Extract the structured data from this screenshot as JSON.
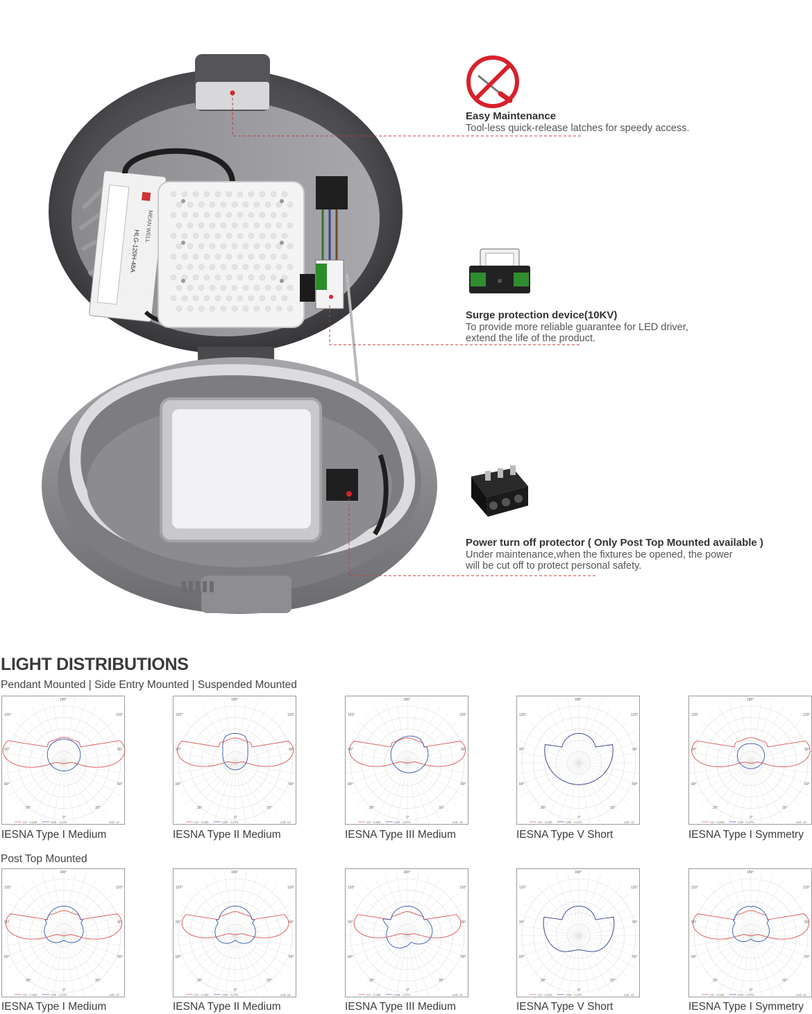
{
  "features": [
    {
      "title": "Easy Maintenance",
      "lines": [
        "Tool-less quick-release latches for speedy access."
      ],
      "icon": "no-screwdriver-icon"
    },
    {
      "title": "Surge protection device(10KV)",
      "lines": [
        "To provide more reliable guarantee for LED driver,",
        "extend the life of the product."
      ],
      "icon": "surge-protector-icon"
    },
    {
      "title": "Power turn off protector ( Only Post Top Mounted available )",
      "lines": [
        "Under maintenance,when the fixtures be opened, the power",
        "will be cut off to protect personal safety."
      ],
      "icon": "terminal-block-icon"
    }
  ],
  "product_labels": {
    "driver_brand": "MEAN WELL",
    "driver_model": "HLG-120H-48A"
  },
  "light_distributions": {
    "title": "LIGHT DISTRIBUTIONS",
    "group1_label": "Pendant Mounted | Side Entry Mounted | Suspended Mounted",
    "group2_label": "Post Top Mounted",
    "group1": [
      "IESNA Type I Medium",
      "IESNA Type II Medium",
      "IESNA Type III Medium",
      "IESNA Type V Short",
      "IESNA Type I Symmetry"
    ],
    "group2": [
      "IESNA Type I Medium",
      "IESNA Type II Medium",
      "IESNA Type III Medium",
      "IESNA Type V Short",
      "IESNA Type I Symmetry"
    ],
    "polar_labels": {
      "top": "180°",
      "upper": "120°",
      "middle": "90°",
      "lower": "60°",
      "bottom_side": "30°",
      "bottom": "0°",
      "legend_c0": "C0 - C180",
      "legend_c90": "C90 - C270",
      "unit": "unit: cd"
    },
    "colors": {
      "c0": "#d9534f",
      "c90": "#3355aa"
    }
  }
}
